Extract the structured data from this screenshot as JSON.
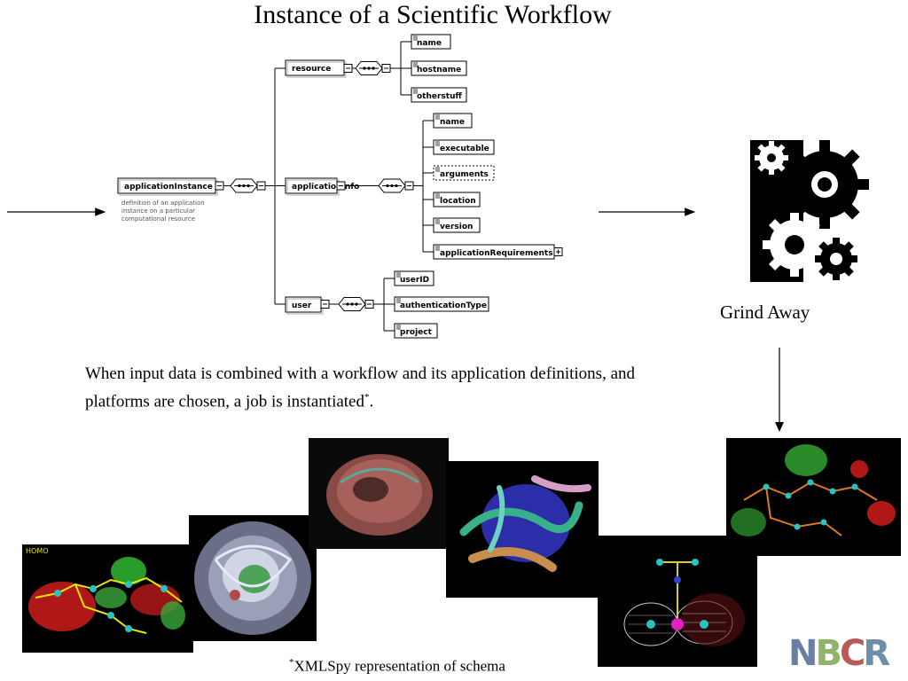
{
  "title": "Instance of a Scientific Workflow",
  "schema": {
    "root": {
      "label": "applicationInstance",
      "doc": [
        "definition of an application",
        "instance on a particular",
        "computational resource"
      ]
    },
    "resource": {
      "label": "resource",
      "children": [
        "name",
        "hostname",
        "otherstuff"
      ]
    },
    "applicationInfo": {
      "label": "applicationInfo",
      "children": [
        "name",
        "executable",
        "arguments",
        "location",
        "version",
        "applicationRequirements"
      ]
    },
    "user": {
      "label": "user",
      "children": [
        "userID",
        "authenticationType",
        "project"
      ]
    }
  },
  "grind_label": "Grind Away",
  "caption": {
    "text": "When input data is combined with a workflow and its application definitions, and platforms are chosen, a job is instantiated",
    "marker": "*",
    "end": "."
  },
  "images": {
    "homo_label": "HOMO"
  },
  "footnote": {
    "marker": "*",
    "text": "XMLSpy representation of schema"
  },
  "logo": {
    "letters": [
      "N",
      "B",
      "C",
      "R"
    ],
    "colors": [
      "#6a7fa3",
      "#8fb56a",
      "#b85a5a",
      "#6f8fa8"
    ]
  }
}
